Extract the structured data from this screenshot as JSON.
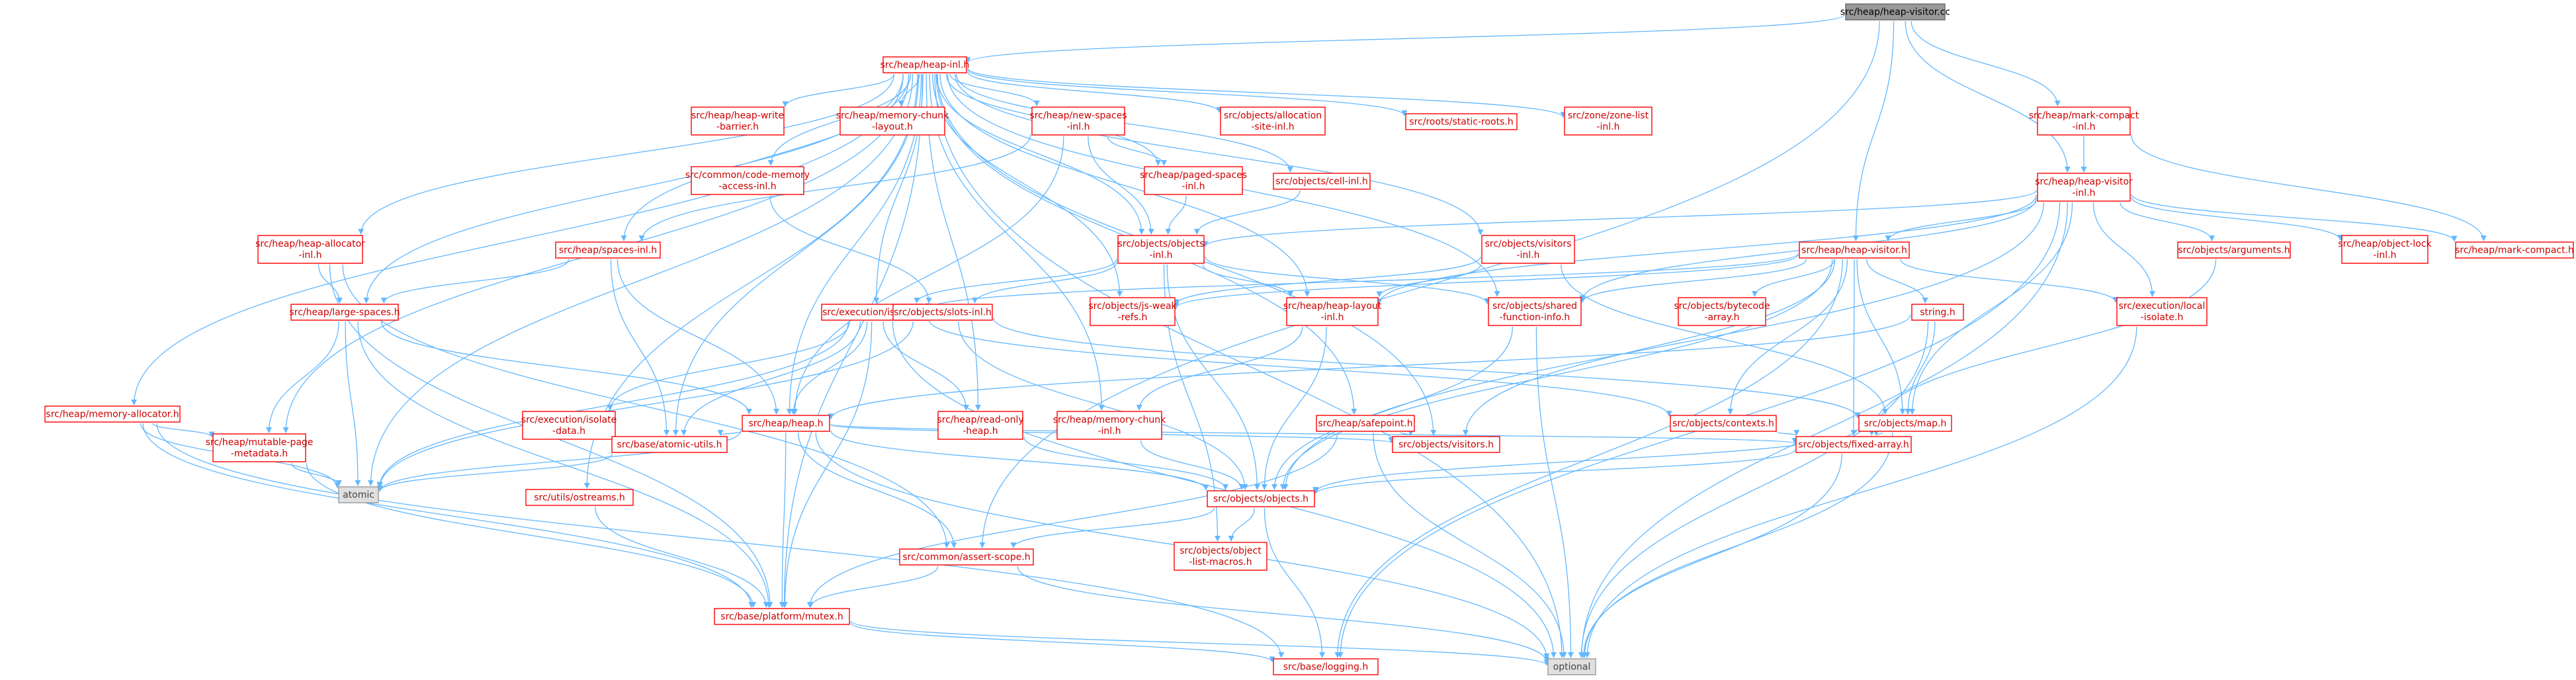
{
  "graph": {
    "root": "src/heap/heap-visitor.cc",
    "colors": {
      "root_fill": "#999999",
      "root_stroke": "#666666",
      "node_stroke": "#ff0000",
      "node_fill": "#ffffff",
      "node_text": "#cc0000",
      "system_fill": "#e0e0e0",
      "system_stroke": "#999999",
      "system_text": "#444444",
      "edge": "#63b8ff"
    },
    "nodes": [
      {
        "id": "root",
        "kind": "root",
        "lines": [
          "src/heap/heap-visitor.cc"
        ]
      },
      {
        "id": "heap_inl",
        "kind": "header",
        "lines": [
          "src/heap/heap-inl.h"
        ]
      },
      {
        "id": "mark_compact_inl",
        "kind": "header",
        "lines": [
          "src/heap/mark-compact",
          "-inl.h"
        ]
      },
      {
        "id": "heap_write_barrier",
        "kind": "header",
        "lines": [
          "src/heap/heap-write",
          "-barrier.h"
        ]
      },
      {
        "id": "memory_chunk_layout",
        "kind": "header",
        "lines": [
          "src/heap/memory-chunk",
          "-layout.h"
        ]
      },
      {
        "id": "new_spaces_inl",
        "kind": "header",
        "lines": [
          "src/heap/new-spaces",
          "-inl.h"
        ]
      },
      {
        "id": "alloc_site_inl",
        "kind": "header",
        "lines": [
          "src/objects/allocation",
          "-site-inl.h"
        ]
      },
      {
        "id": "static_roots",
        "kind": "header",
        "lines": [
          "src/roots/static-roots.h"
        ]
      },
      {
        "id": "zone_list_inl",
        "kind": "header",
        "lines": [
          "src/zone/zone-list",
          "-inl.h"
        ]
      },
      {
        "id": "code_memory_access",
        "kind": "header",
        "lines": [
          "src/common/code-memory",
          "-access-inl.h"
        ]
      },
      {
        "id": "paged_spaces_inl",
        "kind": "header",
        "lines": [
          "src/heap/paged-spaces",
          "-inl.h"
        ]
      },
      {
        "id": "cell_inl",
        "kind": "header",
        "lines": [
          "src/objects/cell-inl.h"
        ]
      },
      {
        "id": "heap_visitor_inl",
        "kind": "header",
        "lines": [
          "src/heap/heap-visitor",
          "-inl.h"
        ]
      },
      {
        "id": "heap_allocator_inl",
        "kind": "header",
        "lines": [
          "src/heap/heap-allocator",
          "-inl.h"
        ]
      },
      {
        "id": "spaces_inl",
        "kind": "header",
        "lines": [
          "src/heap/spaces-inl.h"
        ]
      },
      {
        "id": "objects_inl",
        "kind": "header",
        "lines": [
          "src/objects/objects",
          "-inl.h"
        ]
      },
      {
        "id": "visitors_inl",
        "kind": "header",
        "lines": [
          "src/objects/visitors",
          "-inl.h"
        ]
      },
      {
        "id": "heap_visitor_h",
        "kind": "header",
        "lines": [
          "src/heap/heap-visitor.h"
        ]
      },
      {
        "id": "objects_arguments",
        "kind": "header",
        "lines": [
          "src/objects/arguments.h"
        ]
      },
      {
        "id": "object_lock_inl",
        "kind": "header",
        "lines": [
          "src/heap/object-lock",
          "-inl.h"
        ]
      },
      {
        "id": "mark_compact_h",
        "kind": "header",
        "lines": [
          "src/heap/mark-compact.h"
        ]
      },
      {
        "id": "large_spaces",
        "kind": "header",
        "lines": [
          "src/heap/large-spaces.h"
        ]
      },
      {
        "id": "execution_isolate",
        "kind": "header",
        "lines": [
          "src/execution/isolate.h"
        ]
      },
      {
        "id": "slots_inl",
        "kind": "header",
        "lines": [
          "src/objects/slots-inl.h"
        ]
      },
      {
        "id": "js_weak_refs",
        "kind": "header",
        "lines": [
          "src/objects/js-weak",
          "-refs.h"
        ]
      },
      {
        "id": "heap_layout_inl",
        "kind": "header",
        "lines": [
          "src/heap/heap-layout",
          "-inl.h"
        ]
      },
      {
        "id": "shared_function_info",
        "kind": "header",
        "lines": [
          "src/objects/shared",
          "-function-info.h"
        ]
      },
      {
        "id": "bytecode_array",
        "kind": "header",
        "lines": [
          "src/objects/bytecode",
          "-array.h"
        ]
      },
      {
        "id": "string_h",
        "kind": "header",
        "lines": [
          "string.h"
        ]
      },
      {
        "id": "local_isolate",
        "kind": "header",
        "lines": [
          "src/execution/local",
          "-isolate.h"
        ]
      },
      {
        "id": "memory_allocator",
        "kind": "header",
        "lines": [
          "src/heap/memory-allocator.h"
        ]
      },
      {
        "id": "isolate_data",
        "kind": "header",
        "lines": [
          "src/execution/isolate",
          "-data.h"
        ]
      },
      {
        "id": "heap_h",
        "kind": "header",
        "lines": [
          "src/heap/heap.h"
        ]
      },
      {
        "id": "read_only_heap",
        "kind": "header",
        "lines": [
          "src/heap/read-only",
          "-heap.h"
        ]
      },
      {
        "id": "memory_chunk_inl",
        "kind": "header",
        "lines": [
          "src/heap/memory-chunk",
          "-inl.h"
        ]
      },
      {
        "id": "safepoint",
        "kind": "header",
        "lines": [
          "src/heap/safepoint.h"
        ]
      },
      {
        "id": "contexts",
        "kind": "header",
        "lines": [
          "src/objects/contexts.h"
        ]
      },
      {
        "id": "objects_map",
        "kind": "header",
        "lines": [
          "src/objects/map.h"
        ]
      },
      {
        "id": "mutable_page_metadata",
        "kind": "header",
        "lines": [
          "src/heap/mutable-page",
          "-metadata.h"
        ]
      },
      {
        "id": "atomic_utils",
        "kind": "header",
        "lines": [
          "src/base/atomic-utils.h"
        ]
      },
      {
        "id": "objects_visitors",
        "kind": "header",
        "lines": [
          "src/objects/visitors.h"
        ]
      },
      {
        "id": "fixed_array",
        "kind": "header",
        "lines": [
          "src/objects/fixed-array.h"
        ]
      },
      {
        "id": "atomic",
        "kind": "system",
        "lines": [
          "atomic"
        ]
      },
      {
        "id": "ostreams",
        "kind": "header",
        "lines": [
          "src/utils/ostreams.h"
        ]
      },
      {
        "id": "objects_h",
        "kind": "header",
        "lines": [
          "src/objects/objects.h"
        ]
      },
      {
        "id": "assert_scope",
        "kind": "header",
        "lines": [
          "src/common/assert-scope.h"
        ]
      },
      {
        "id": "object_list_macros",
        "kind": "header",
        "lines": [
          "src/objects/object",
          "-list-macros.h"
        ]
      },
      {
        "id": "platform_mutex",
        "kind": "header",
        "lines": [
          "src/base/platform/mutex.h"
        ]
      },
      {
        "id": "base_logging",
        "kind": "header",
        "lines": [
          "src/base/logging.h"
        ]
      },
      {
        "id": "optional",
        "kind": "system",
        "lines": [
          "optional"
        ]
      }
    ],
    "edges": [
      [
        "root",
        "heap_inl"
      ],
      [
        "root",
        "mark_compact_inl"
      ],
      [
        "root",
        "heap_visitor_inl"
      ],
      [
        "root",
        "heap_visitor_h"
      ],
      [
        "root",
        "assert_scope"
      ],
      [
        "heap_inl",
        "heap_write_barrier"
      ],
      [
        "heap_inl",
        "memory_chunk_layout"
      ],
      [
        "heap_inl",
        "new_spaces_inl"
      ],
      [
        "heap_inl",
        "alloc_site_inl"
      ],
      [
        "heap_inl",
        "static_roots"
      ],
      [
        "heap_inl",
        "zone_list_inl"
      ],
      [
        "heap_inl",
        "code_memory_access"
      ],
      [
        "heap_inl",
        "paged_spaces_inl"
      ],
      [
        "heap_inl",
        "cell_inl"
      ],
      [
        "heap_inl",
        "heap_allocator_inl"
      ],
      [
        "heap_inl",
        "spaces_inl"
      ],
      [
        "heap_inl",
        "objects_inl"
      ],
      [
        "heap_inl",
        "visitors_inl"
      ],
      [
        "heap_inl",
        "large_spaces"
      ],
      [
        "heap_inl",
        "execution_isolate"
      ],
      [
        "heap_inl",
        "memory_allocator"
      ],
      [
        "heap_inl",
        "heap_h"
      ],
      [
        "heap_inl",
        "read_only_heap"
      ],
      [
        "heap_inl",
        "memory_chunk_inl"
      ],
      [
        "heap_inl",
        "safepoint"
      ],
      [
        "heap_inl",
        "mutable_page_metadata"
      ],
      [
        "heap_inl",
        "atomic_utils"
      ],
      [
        "heap_inl",
        "atomic"
      ],
      [
        "heap_inl",
        "ostreams"
      ],
      [
        "heap_inl",
        "platform_mutex"
      ],
      [
        "heap_inl",
        "optional"
      ],
      [
        "heap_inl",
        "heap_layout_inl"
      ],
      [
        "heap_inl",
        "js_weak_refs"
      ],
      [
        "heap_inl",
        "shared_function_info"
      ],
      [
        "heap_inl",
        "objects_visitors"
      ],
      [
        "mark_compact_inl",
        "heap_visitor_inl"
      ],
      [
        "mark_compact_inl",
        "mark_compact_h"
      ],
      [
        "new_spaces_inl",
        "paged_spaces_inl"
      ],
      [
        "new_spaces_inl",
        "objects_inl"
      ],
      [
        "new_spaces_inl",
        "spaces_inl"
      ],
      [
        "new_spaces_inl",
        "heap_h"
      ],
      [
        "paged_spaces_inl",
        "objects_inl"
      ],
      [
        "cell_inl",
        "objects_inl"
      ],
      [
        "code_memory_access",
        "slots_inl"
      ],
      [
        "heap_allocator_inl",
        "large_spaces"
      ],
      [
        "heap_allocator_inl",
        "platform_mutex"
      ],
      [
        "heap_allocator_inl",
        "assert_scope"
      ],
      [
        "spaces_inl",
        "large_spaces"
      ],
      [
        "spaces_inl",
        "heap_h"
      ],
      [
        "spaces_inl",
        "atomic_utils"
      ],
      [
        "objects_inl",
        "execution_isolate"
      ],
      [
        "objects_inl",
        "slots_inl"
      ],
      [
        "objects_inl",
        "heap_layout_inl"
      ],
      [
        "objects_inl",
        "shared_function_info"
      ],
      [
        "objects_inl",
        "objects_h"
      ],
      [
        "objects_inl",
        "object_list_macros"
      ],
      [
        "visitors_inl",
        "heap_layout_inl"
      ],
      [
        "visitors_inl",
        "js_weak_refs"
      ],
      [
        "visitors_inl",
        "objects_map"
      ],
      [
        "heap_visitor_inl",
        "heap_visitor_h"
      ],
      [
        "heap_visitor_inl",
        "objects_arguments"
      ],
      [
        "heap_visitor_inl",
        "object_lock_inl"
      ],
      [
        "heap_visitor_inl",
        "mark_compact_h"
      ],
      [
        "heap_visitor_inl",
        "objects_inl"
      ],
      [
        "heap_visitor_inl",
        "local_isolate"
      ],
      [
        "heap_visitor_inl",
        "objects_map"
      ],
      [
        "heap_visitor_inl",
        "base_logging"
      ],
      [
        "heap_visitor_inl",
        "optional"
      ],
      [
        "heap_visitor_inl",
        "heap_layout_inl"
      ],
      [
        "heap_visitor_inl",
        "objects_h"
      ],
      [
        "heap_visitor_inl",
        "shared_function_info"
      ],
      [
        "heap_visitor_h",
        "bytecode_array"
      ],
      [
        "heap_visitor_h",
        "string_h"
      ],
      [
        "heap_visitor_h",
        "local_isolate"
      ],
      [
        "heap_visitor_h",
        "shared_function_info"
      ],
      [
        "heap_visitor_h",
        "objects_map"
      ],
      [
        "heap_visitor_h",
        "contexts"
      ],
      [
        "heap_visitor_h",
        "objects_visitors"
      ],
      [
        "heap_visitor_h",
        "fixed_array"
      ],
      [
        "heap_visitor_h",
        "objects_h"
      ],
      [
        "heap_visitor_h",
        "execution_isolate"
      ],
      [
        "heap_visitor_h",
        "js_weak_refs"
      ],
      [
        "heap_visitor_h",
        "base_logging"
      ],
      [
        "objects_arguments",
        "fixed_array"
      ],
      [
        "large_spaces",
        "heap_h"
      ],
      [
        "large_spaces",
        "mutable_page_metadata"
      ],
      [
        "large_spaces",
        "atomic"
      ],
      [
        "large_spaces",
        "platform_mutex"
      ],
      [
        "execution_isolate",
        "heap_h"
      ],
      [
        "execution_isolate",
        "isolate_data"
      ],
      [
        "execution_isolate",
        "read_only_heap"
      ],
      [
        "execution_isolate",
        "contexts"
      ],
      [
        "execution_isolate",
        "atomic_utils"
      ],
      [
        "execution_isolate",
        "platform_mutex"
      ],
      [
        "execution_isolate",
        "optional"
      ],
      [
        "execution_isolate",
        "atomic"
      ],
      [
        "slots_inl",
        "objects_map"
      ],
      [
        "slots_inl",
        "atomic"
      ],
      [
        "slots_inl",
        "objects_h"
      ],
      [
        "heap_layout_inl",
        "memory_chunk_inl"
      ],
      [
        "heap_layout_inl",
        "objects_h"
      ],
      [
        "shared_function_info",
        "objects_h"
      ],
      [
        "shared_function_info",
        "optional"
      ],
      [
        "string_h",
        "objects_map"
      ],
      [
        "string_h",
        "optional"
      ],
      [
        "string_h",
        "heap_h"
      ],
      [
        "local_isolate",
        "optional"
      ],
      [
        "memory_allocator",
        "mutable_page_metadata"
      ],
      [
        "memory_allocator",
        "atomic"
      ],
      [
        "memory_allocator",
        "platform_mutex"
      ],
      [
        "memory_allocator",
        "base_logging"
      ],
      [
        "heap_h",
        "atomic_utils"
      ],
      [
        "heap_h",
        "objects_visitors"
      ],
      [
        "heap_h",
        "fixed_array"
      ],
      [
        "heap_h",
        "objects_h"
      ],
      [
        "heap_h",
        "assert_scope"
      ],
      [
        "heap_h",
        "platform_mutex"
      ],
      [
        "heap_h",
        "optional"
      ],
      [
        "heap_h",
        "atomic"
      ],
      [
        "read_only_heap",
        "objects_h"
      ],
      [
        "memory_chunk_inl",
        "objects_h"
      ],
      [
        "safepoint",
        "objects_visitors"
      ],
      [
        "safepoint",
        "platform_mutex"
      ],
      [
        "safepoint",
        "optional"
      ],
      [
        "contexts",
        "fixed_array"
      ],
      [
        "objects_map",
        "fixed_array"
      ],
      [
        "objects_map",
        "objects_h"
      ],
      [
        "objects_map",
        "optional"
      ],
      [
        "mutable_page_metadata",
        "atomic"
      ],
      [
        "mutable_page_metadata",
        "platform_mutex"
      ],
      [
        "atomic_utils",
        "atomic"
      ],
      [
        "fixed_array",
        "objects_h"
      ],
      [
        "fixed_array",
        "optional"
      ],
      [
        "ostreams",
        "platform_mutex"
      ],
      [
        "objects_h",
        "assert_scope"
      ],
      [
        "objects_h",
        "object_list_macros"
      ],
      [
        "objects_h",
        "base_logging"
      ],
      [
        "assert_scope",
        "platform_mutex"
      ],
      [
        "assert_scope",
        "optional"
      ],
      [
        "platform_mutex",
        "base_logging"
      ],
      [
        "platform_mutex",
        "optional"
      ]
    ]
  }
}
